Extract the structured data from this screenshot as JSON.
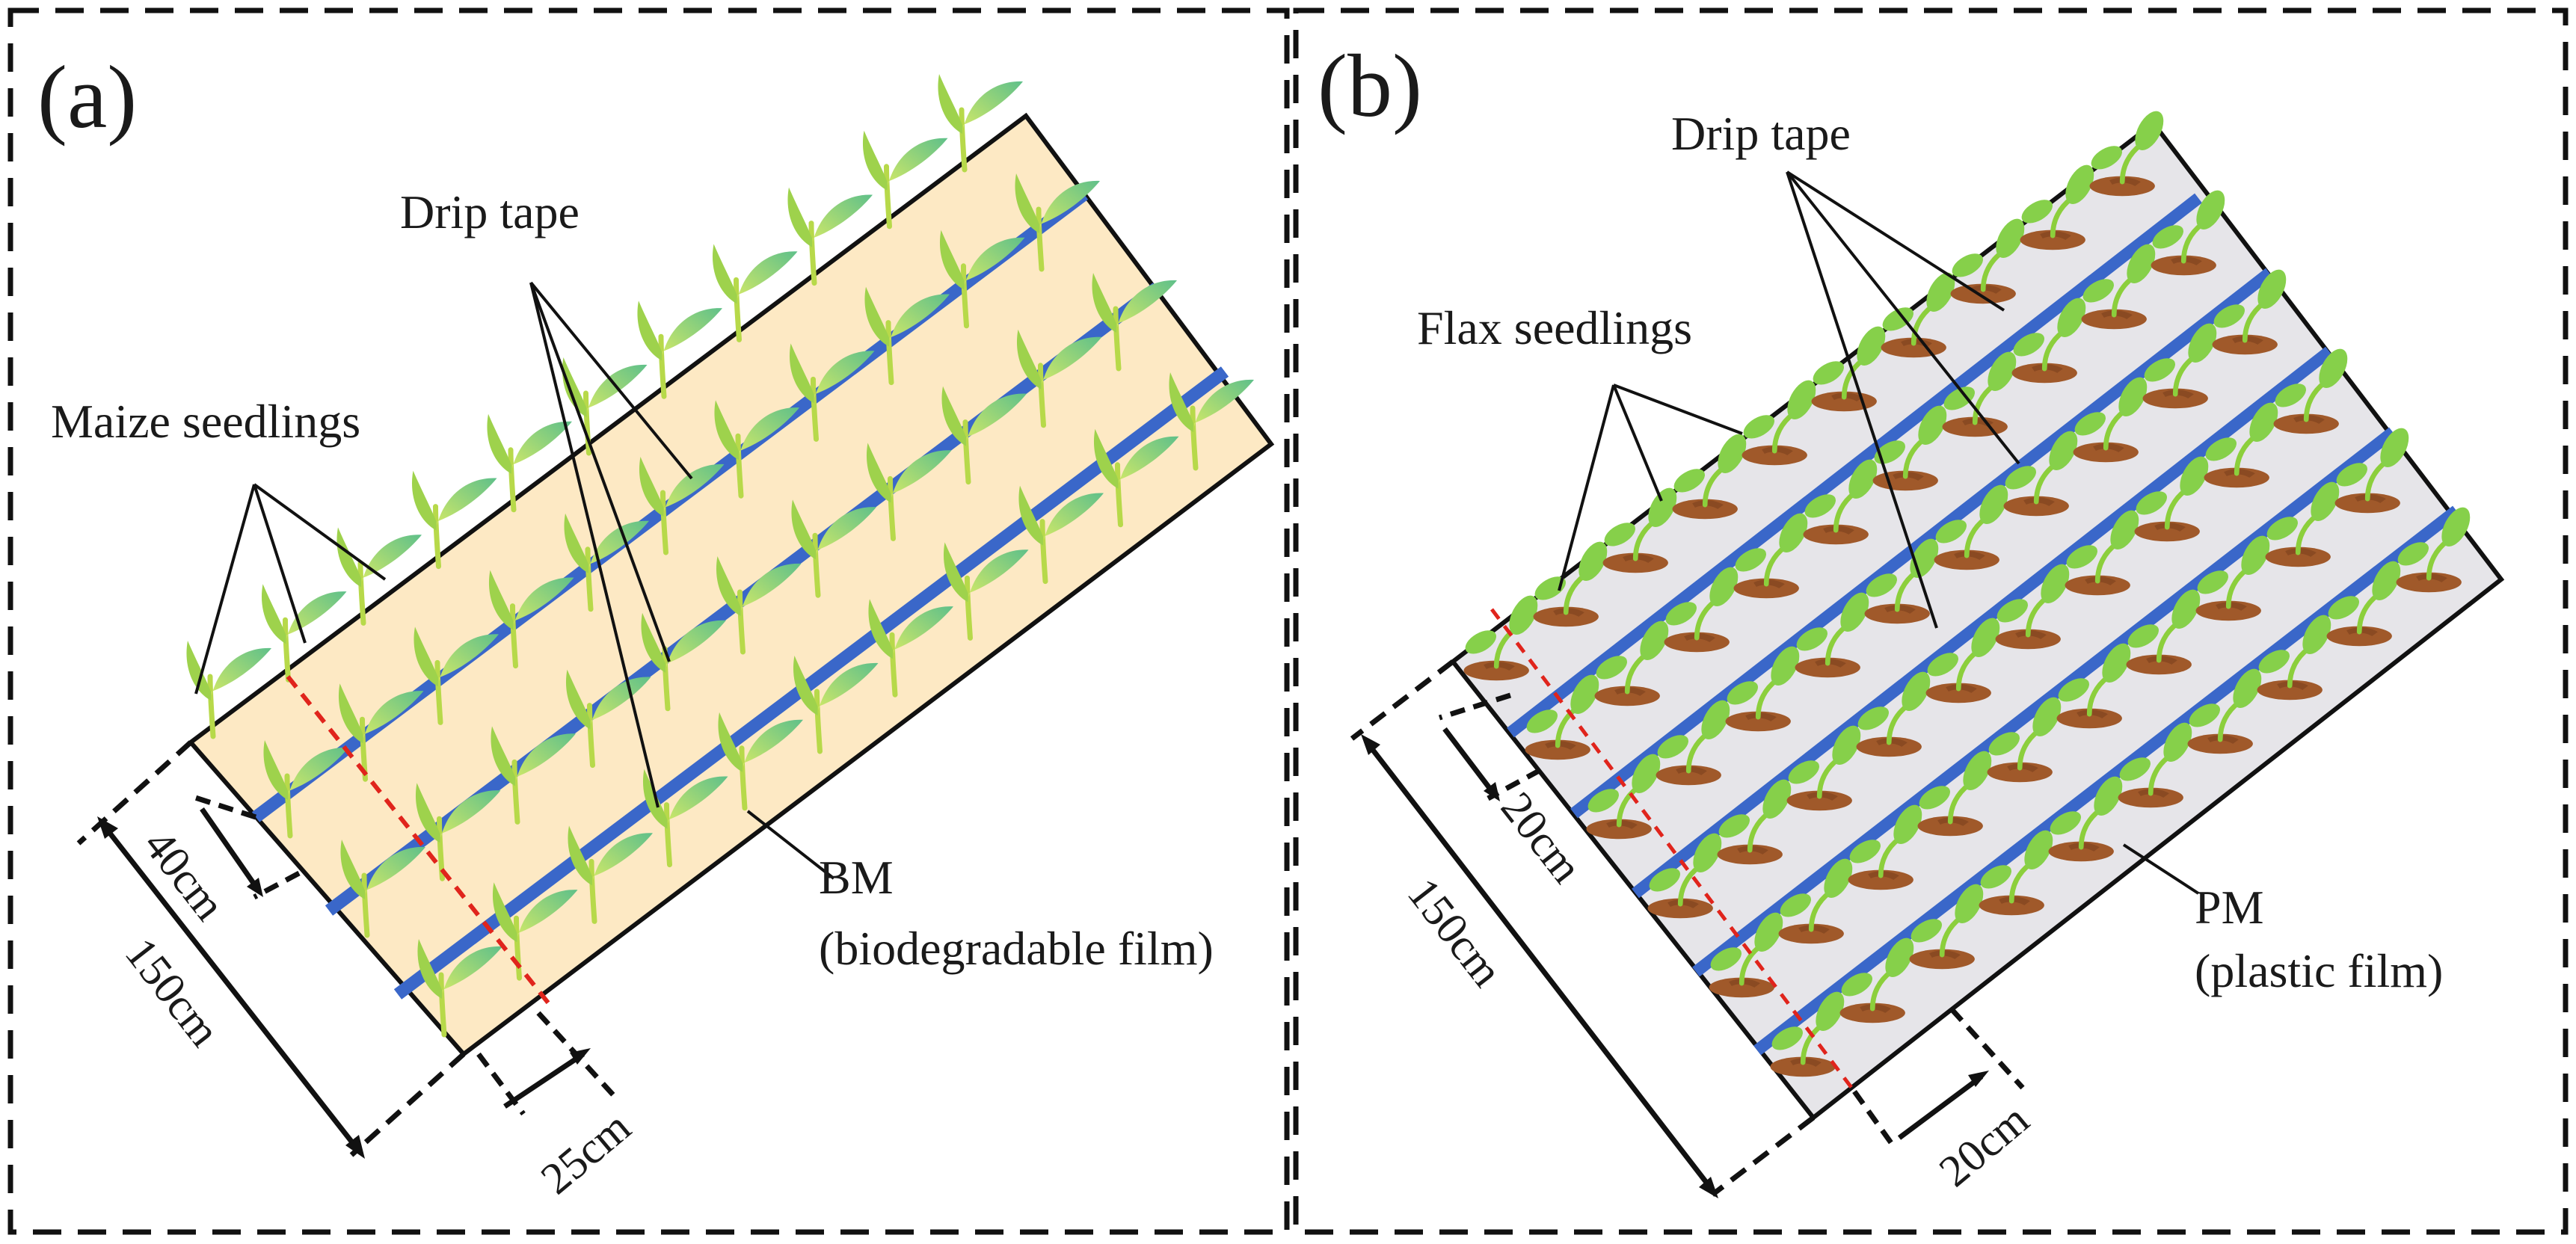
{
  "panels": [
    {
      "id": "a",
      "letter": "(a)",
      "drip_label": "Drip tape",
      "seedling_label": "Maize seedlings",
      "film_code": "BM",
      "film_name": "(biodegradable film)",
      "dim_width": "150cm",
      "dim_row": "40cm",
      "dim_plant": "25cm",
      "film_color": "#fde9c4",
      "crop_icon": "maize-seedling-icon",
      "drip_rows": 3,
      "plant_rows": 4
    },
    {
      "id": "b",
      "letter": "(b)",
      "drip_label": "Drip tape",
      "seedling_label": "Flax seedlings",
      "film_code": "PM",
      "film_name": "(plastic film)",
      "dim_width": "150cm",
      "dim_row": "20cm",
      "dim_plant": "20cm",
      "film_color": "#e6e5e9",
      "crop_icon": "flax-seedling-icon",
      "drip_rows": 5,
      "plant_rows": 6
    }
  ],
  "colors": {
    "drip_tape": "#3a67c9",
    "section_line": "#e0241c",
    "outline": "#111111",
    "leaf": "#7ed957",
    "soil": "#a0592a"
  }
}
